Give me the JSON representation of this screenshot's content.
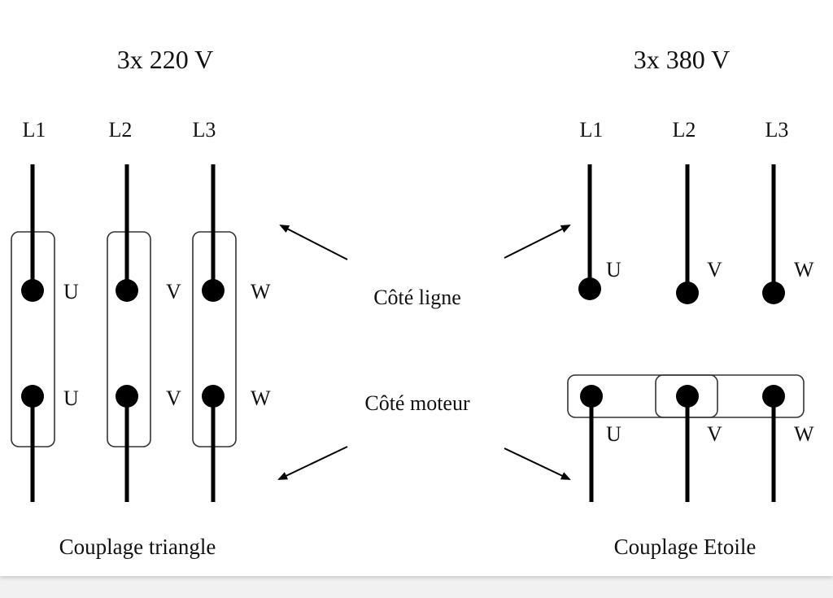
{
  "left": {
    "title": "3x 220 V",
    "lines": [
      "L1",
      "L2",
      "L3"
    ],
    "terminals_top": [
      "U",
      "V",
      "W"
    ],
    "terminals_bottom": [
      "U",
      "V",
      "W"
    ],
    "caption": "Couplage triangle"
  },
  "right": {
    "title": "3x 380 V",
    "lines": [
      "L1",
      "L2",
      "L3"
    ],
    "terminals_top": [
      "U",
      "V",
      "W"
    ],
    "terminals_bottom": [
      "U",
      "V",
      "W"
    ],
    "caption": "Couplage Etoile"
  },
  "center": {
    "line_side": "Côté ligne",
    "motor_side": "Côté moteur"
  }
}
